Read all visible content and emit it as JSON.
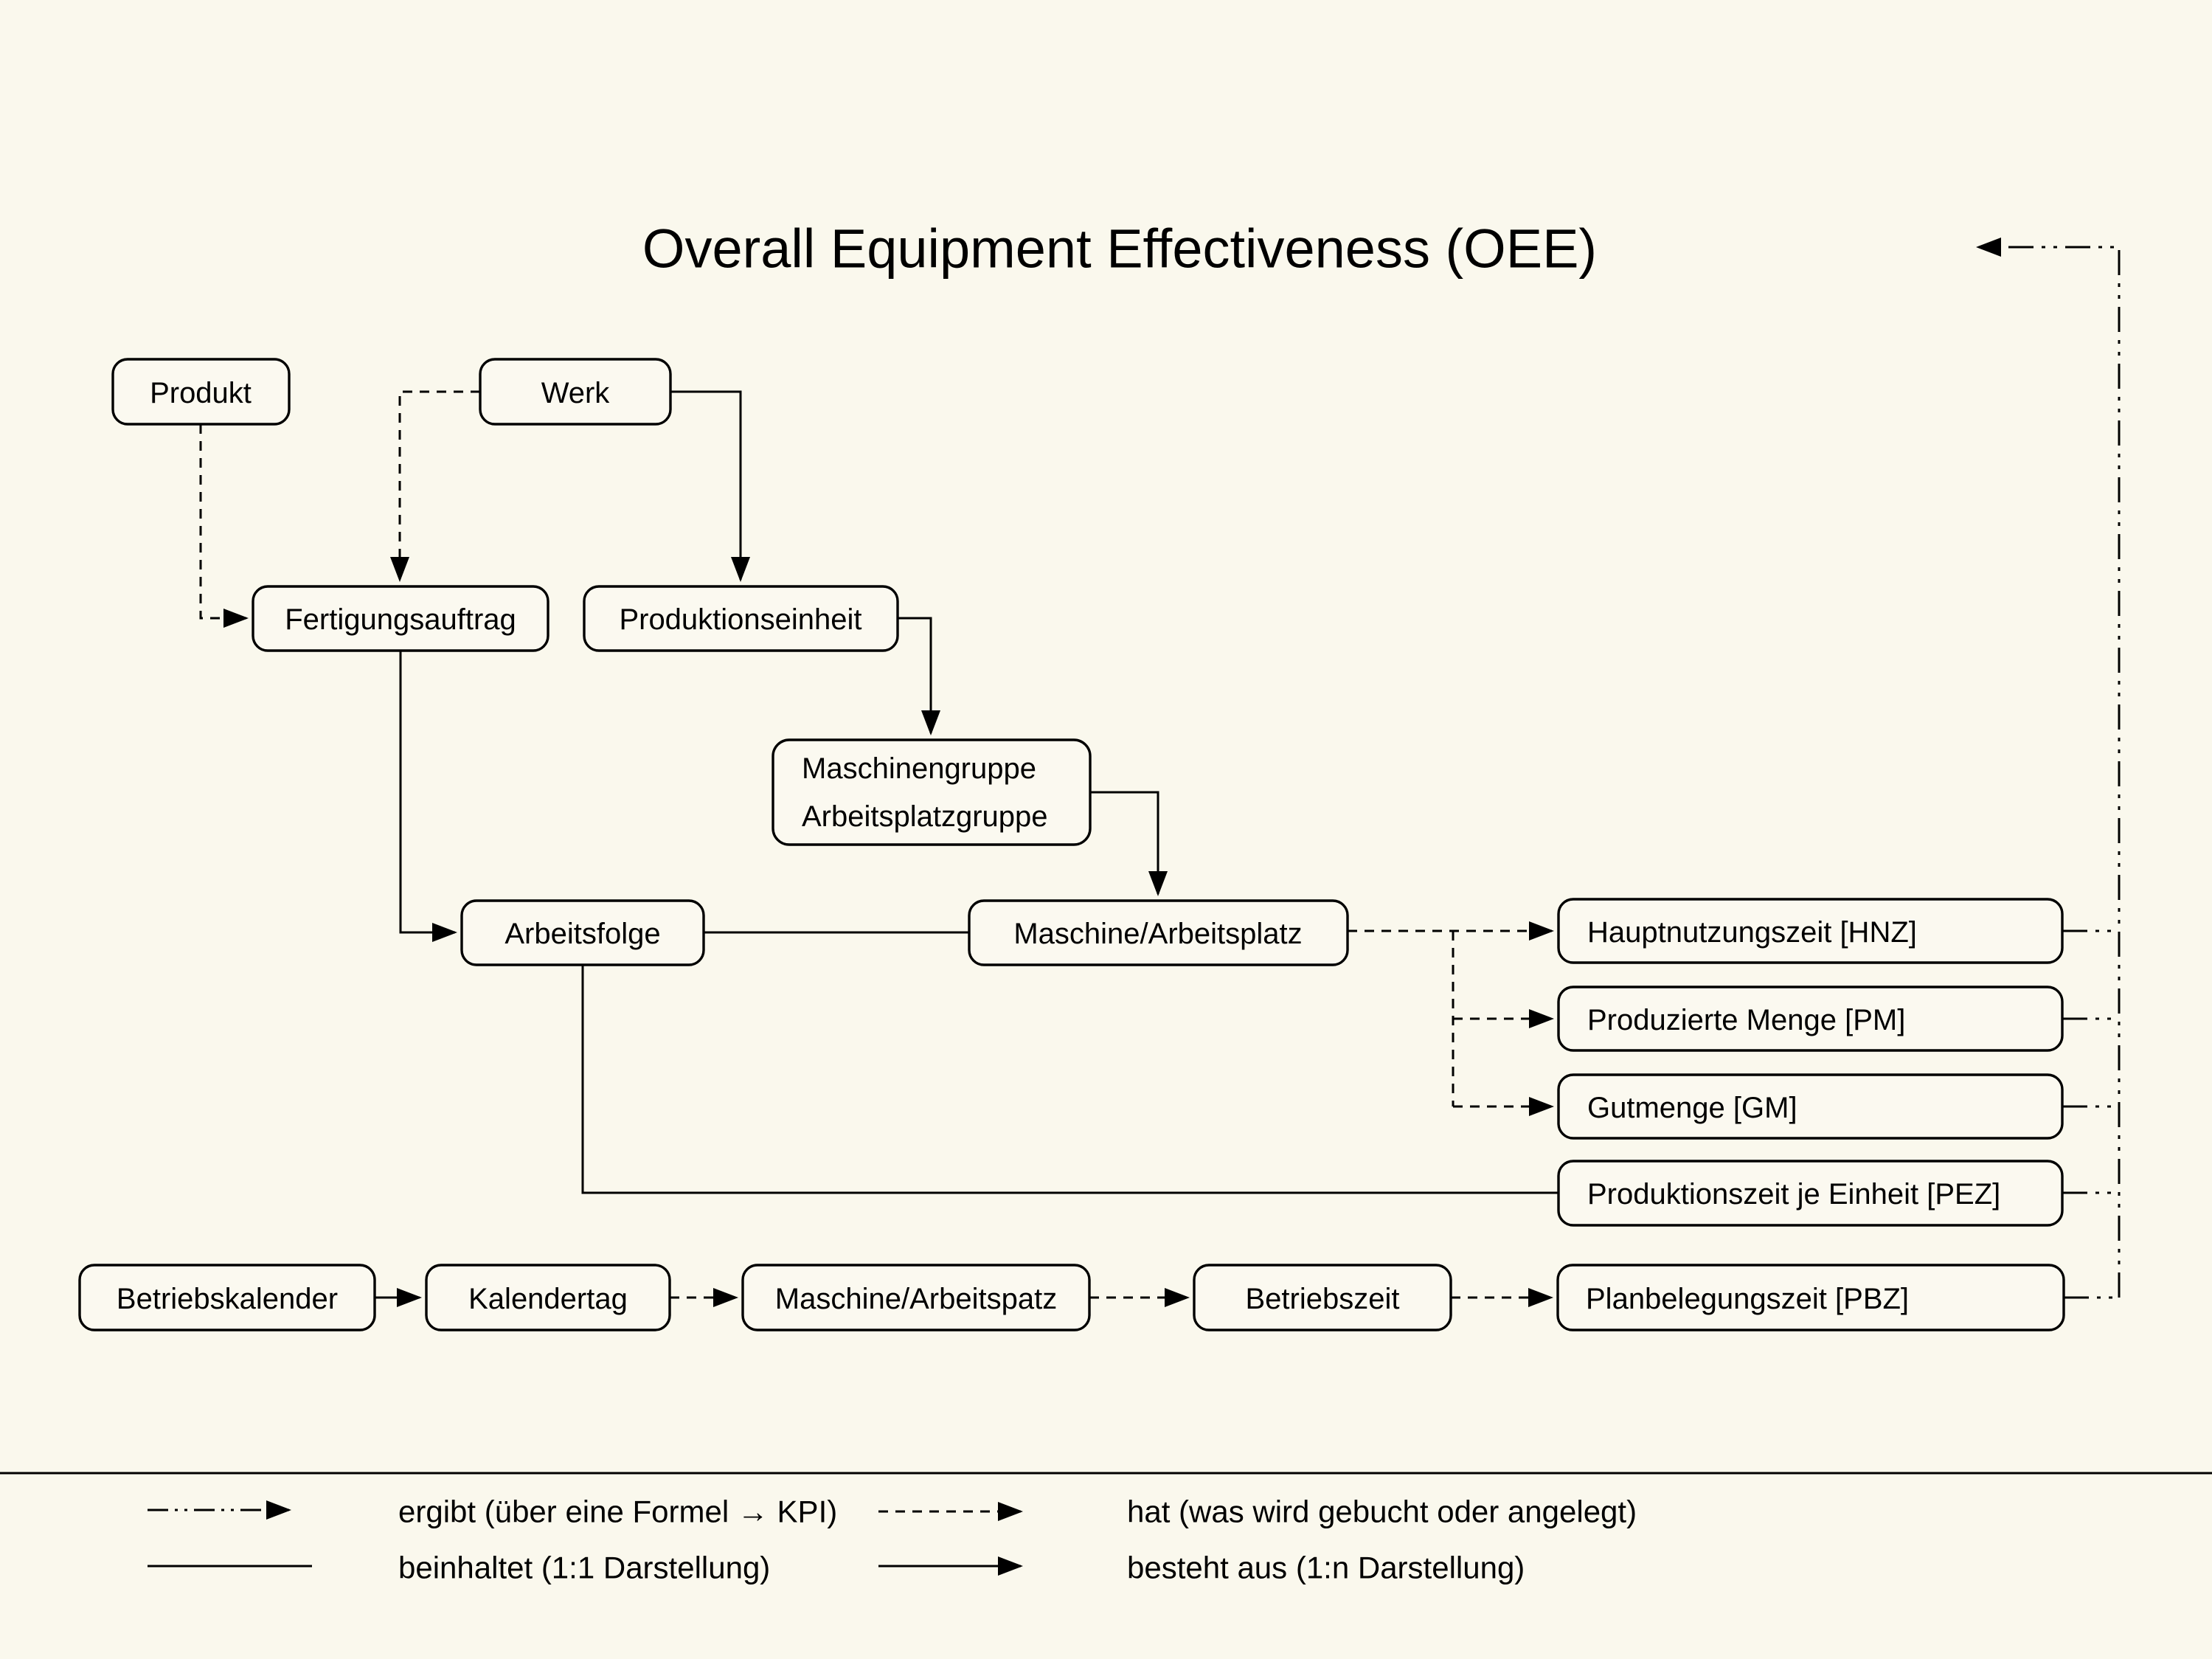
{
  "title": "Overall Equipment Effectiveness (OEE)",
  "colors": {
    "background": "#FAF8ED",
    "line": "#000000",
    "box_fill": "#FBF9F0"
  },
  "nodes": {
    "produkt": {
      "label": "Produkt"
    },
    "werk": {
      "label": "Werk"
    },
    "fertigungsauftrag": {
      "label": "Fertigungsauftrag"
    },
    "produktionseinheit": {
      "label": "Produktionseinheit"
    },
    "maschinengruppe": {
      "line1": "Maschinengruppe",
      "line2": "Arbeitsplatzgruppe"
    },
    "arbeitsfolge": {
      "label": "Arbeitsfolge"
    },
    "maschine_arbeitsplatz": {
      "label": "Maschine/Arbeitsplatz"
    },
    "hauptnutzungszeit": {
      "label": "Hauptnutzungszeit [HNZ]"
    },
    "produzierte_menge": {
      "label": "Produzierte Menge [PM]"
    },
    "gutmenge": {
      "label": "Gutmenge [GM]"
    },
    "produktionszeit_je_einheit": {
      "label": "Produktionszeit je Einheit [PEZ]"
    },
    "betriebskalender": {
      "label": "Betriebskalender"
    },
    "kalendertag": {
      "label": "Kalendertag"
    },
    "maschine_arbeitspatz": {
      "label": "Maschine/Arbeitspatz"
    },
    "betriebszeit": {
      "label": "Betriebszeit"
    },
    "planbelegungszeit": {
      "label": "Planbelegungszeit [PBZ]"
    }
  },
  "legend": {
    "ergibt": "ergibt (über eine Formel → KPI)",
    "beinhaltet": "beinhaltet (1:1 Darstellung)",
    "hat": "hat (was wird gebucht oder angelegt)",
    "besteht_aus": "besteht aus (1:n Darstellung)"
  }
}
